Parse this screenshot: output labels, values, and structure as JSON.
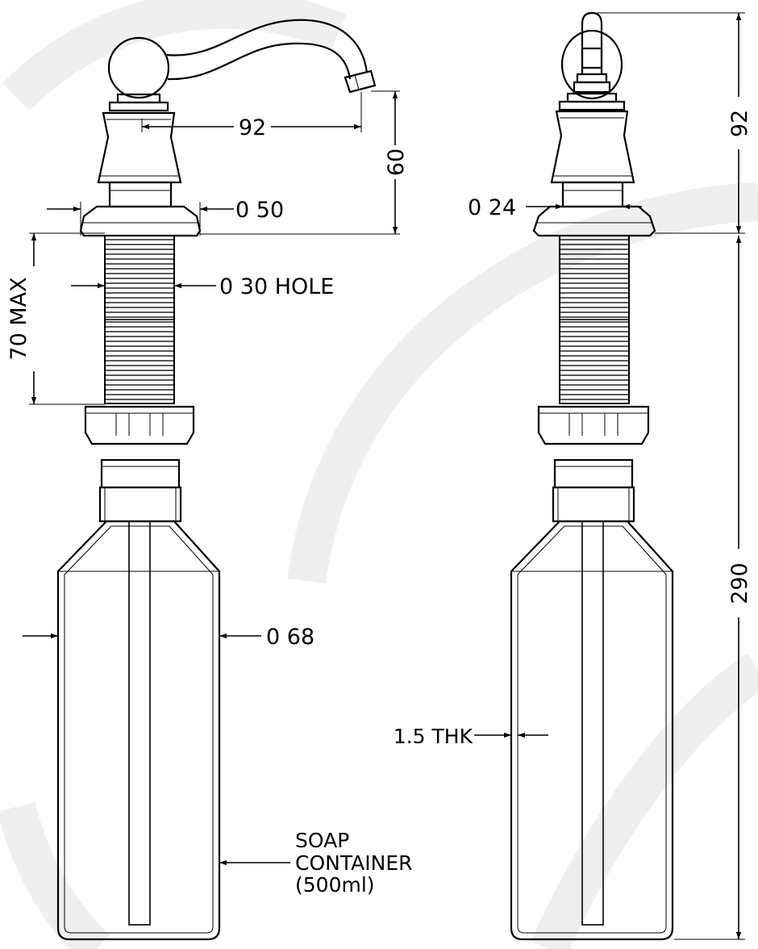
{
  "dimensions": {
    "spout_reach": "92",
    "spout_height": "60",
    "flange_diameter": "0 50",
    "hole_diameter": "0 30 HOLE",
    "max_thickness": "70 MAX",
    "container_diameter": "0 68",
    "collar_diameter": "0 24",
    "top_height": "92",
    "overall_height": "290",
    "wall_thickness": "1.5 THK"
  },
  "labels": {
    "container_line1": "SOAP",
    "container_line2": "CONTAINER",
    "container_line3": "(500ml)"
  }
}
